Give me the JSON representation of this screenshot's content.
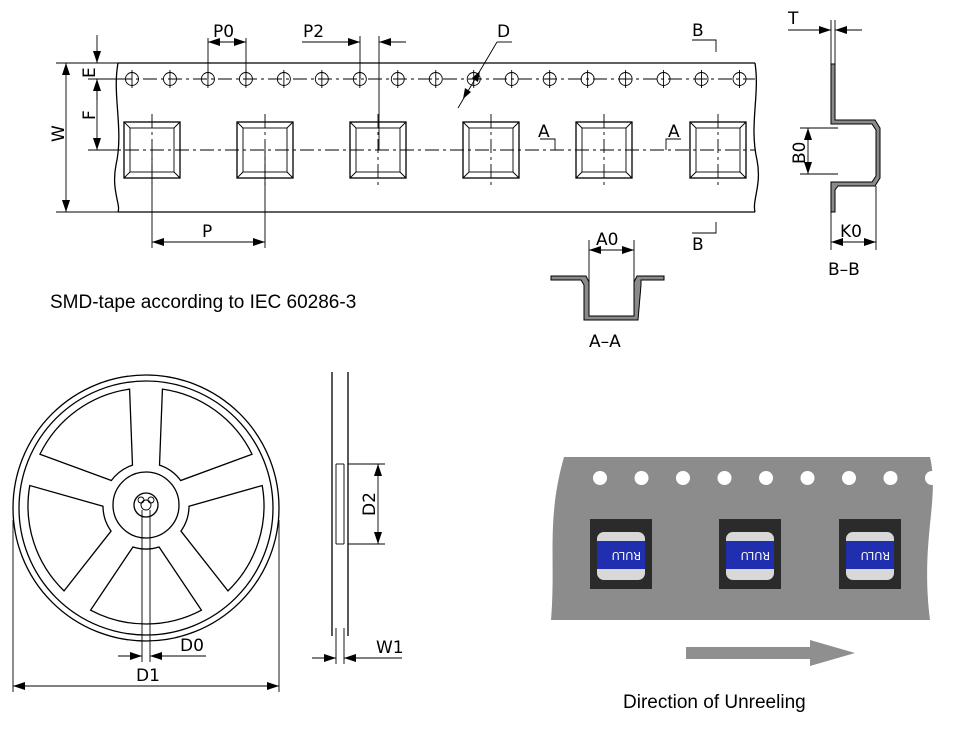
{
  "tape_caption": "SMD-tape according to IEC 60286-3",
  "direction_caption": "Direction of Unreeling",
  "dimension_labels": {
    "p0": "P0",
    "p2": "P2",
    "d": "D",
    "e": "E",
    "f": "F",
    "w": "W",
    "p": "P",
    "t": "T",
    "b0": "B0",
    "k0": "K0",
    "a0": "A0",
    "d0": "D0",
    "d1": "D1",
    "d2": "D2",
    "w1": "W1"
  },
  "section_labels": {
    "a_left": "A",
    "a_right": "A",
    "b_top": "B",
    "b_bottom": "B",
    "section_aa": "A–A",
    "section_bb": "B–B"
  },
  "component_marking": "RULU",
  "colors": {
    "tape_gray": "#8c8c8c",
    "pocket_dark": "#2b2b2b",
    "component_blue": "#1f2fb0",
    "arrow_gray": "#8f8f8f",
    "hatch_gray": "#8a8a8a"
  }
}
